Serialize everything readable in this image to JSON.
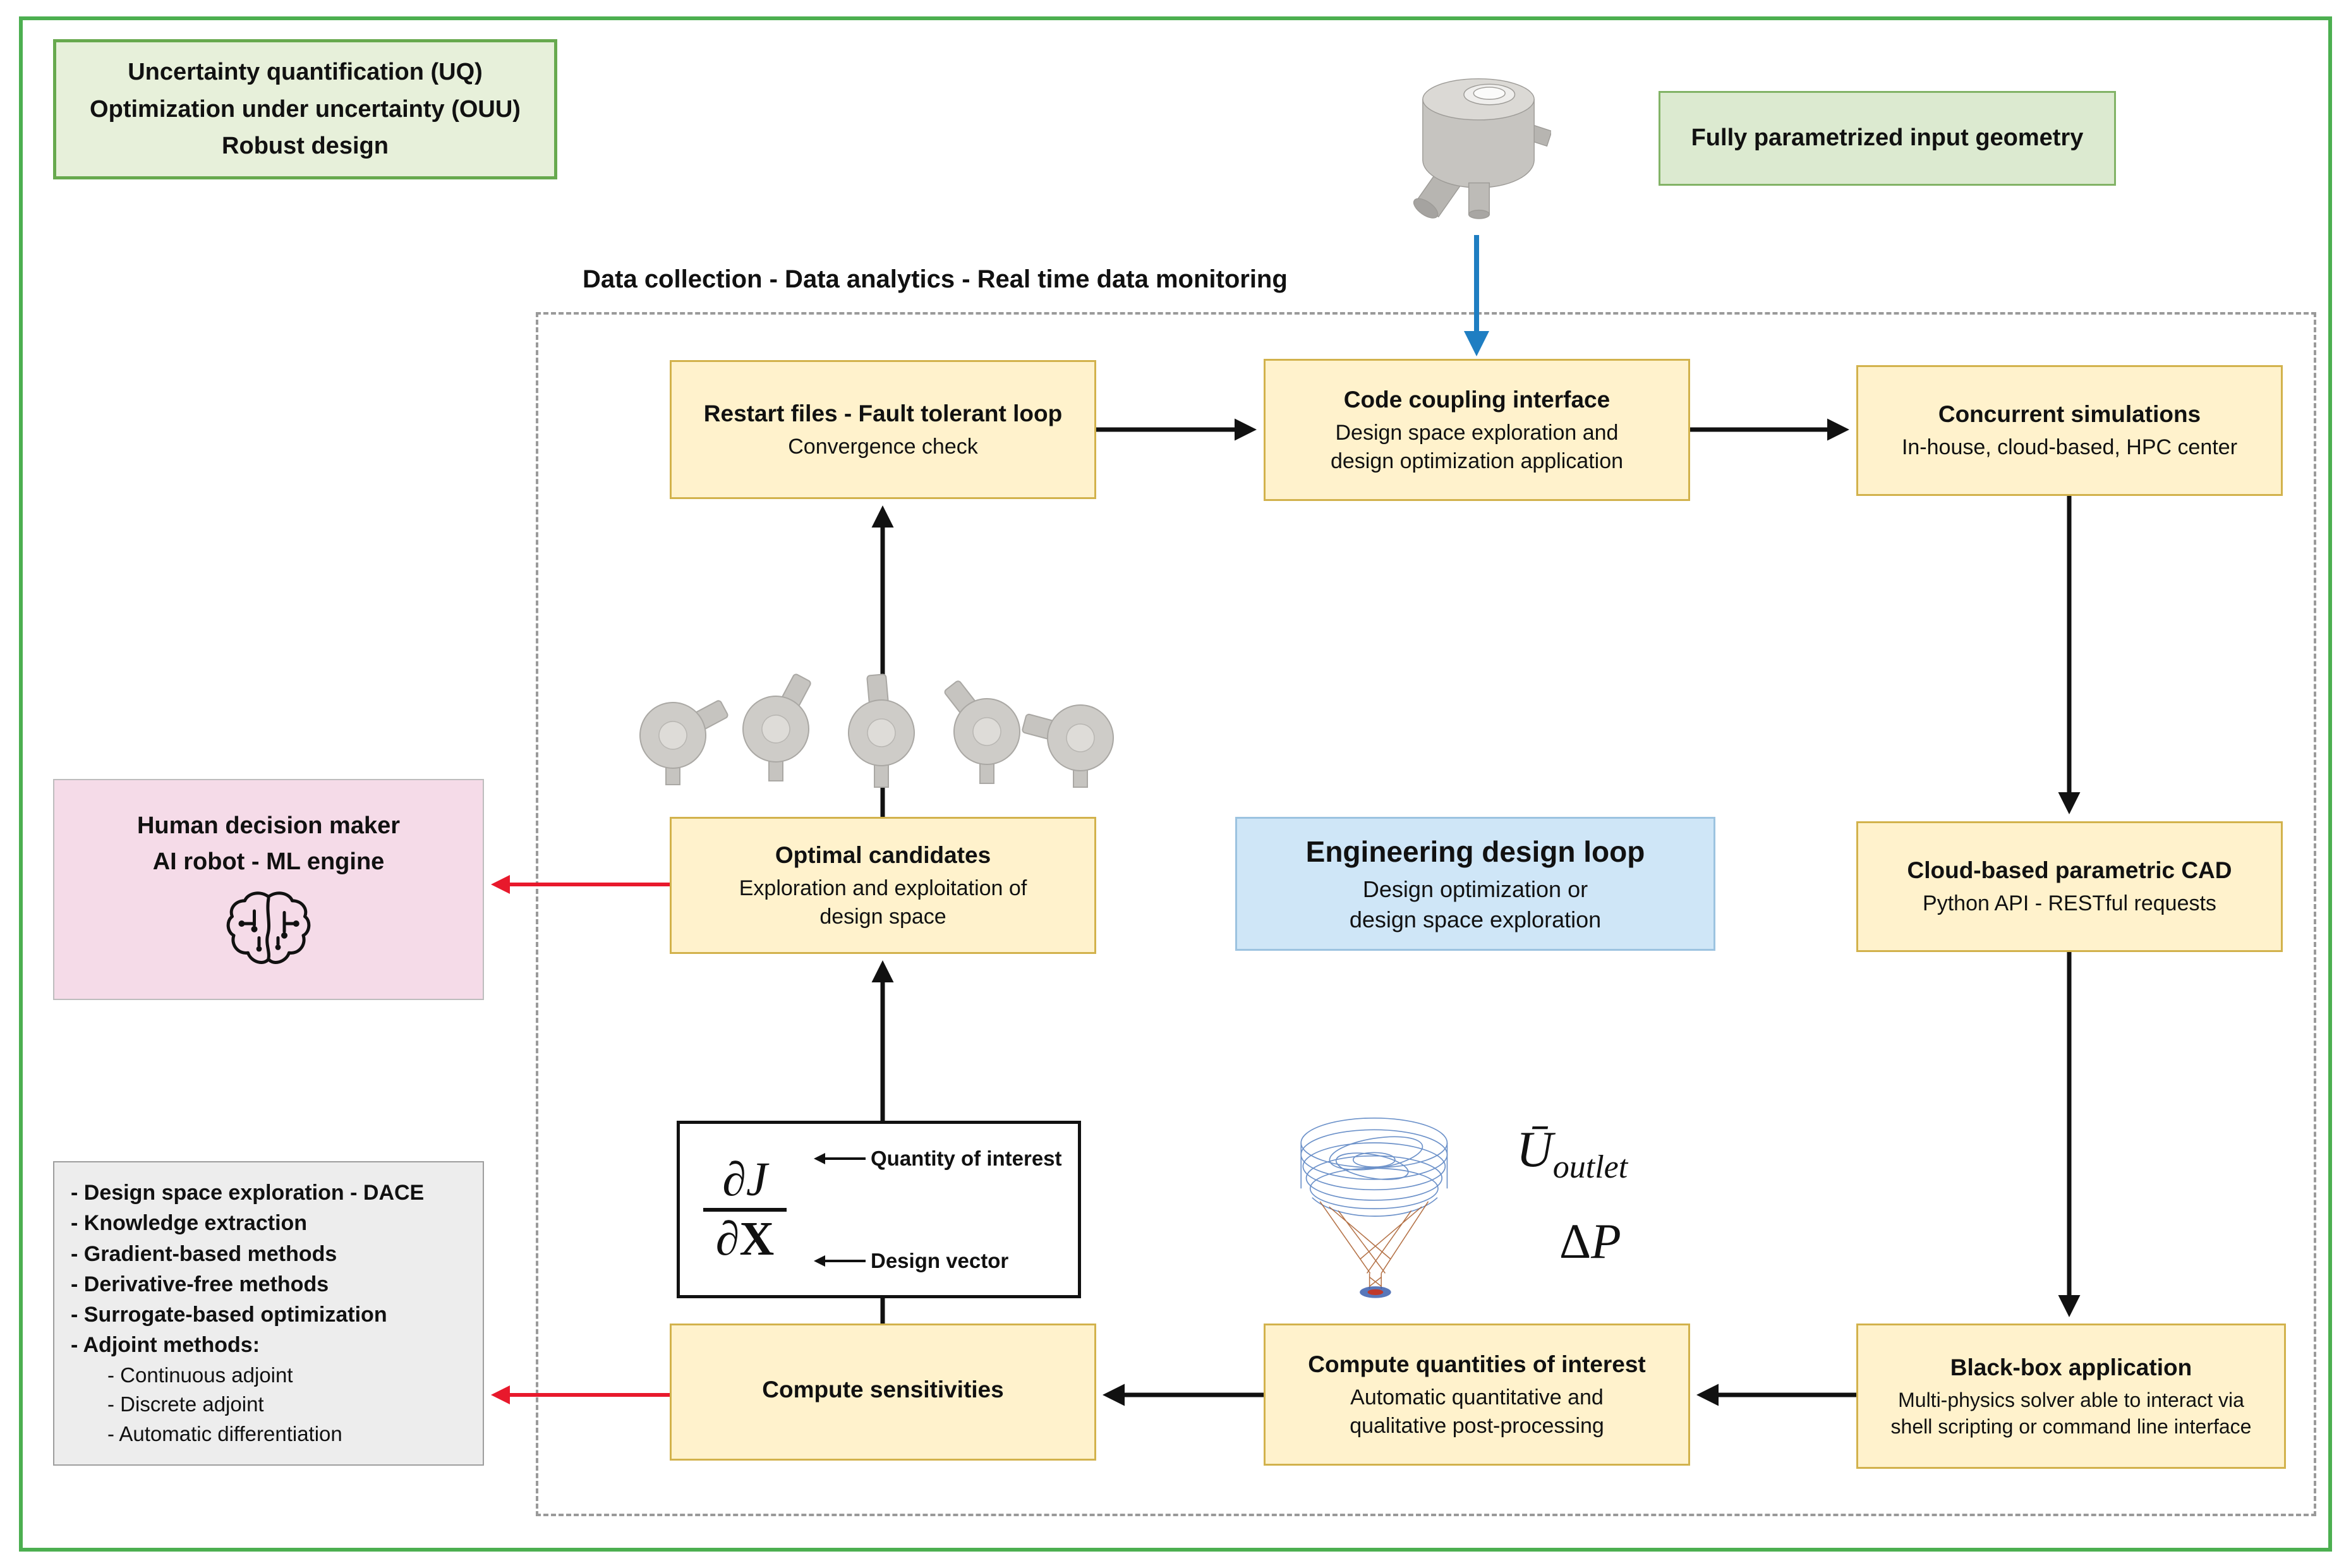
{
  "header": {
    "uq_lines": "Uncertainty quantification (UQ)\nOptimization under uncertainty (OUU)\nRobust design",
    "geometry_label": "Fully parametrized input geometry"
  },
  "dashed_label": "Data collection - Data analytics - Real time data monitoring",
  "boxes": {
    "restart": {
      "title": "Restart files - Fault tolerant loop",
      "subtitle": "Convergence check"
    },
    "code_coupling": {
      "title": "Code coupling interface",
      "subtitle": "Design space exploration and\ndesign optimization application"
    },
    "concurrent": {
      "title": "Concurrent simulations",
      "subtitle": "In-house, cloud-based, HPC center"
    },
    "optimal": {
      "title": "Optimal candidates",
      "subtitle": "Exploration and exploitation of\ndesign space"
    },
    "design_loop": {
      "title": "Engineering design loop",
      "subtitle": "Design optimization or\ndesign space exploration"
    },
    "cad": {
      "title": "Cloud-based parametric CAD",
      "subtitle": "Python API - RESTful requests"
    },
    "sensitivities": {
      "title": "Compute sensitivities"
    },
    "qoi": {
      "title": "Compute quantities of interest",
      "subtitle": "Automatic quantitative and\nqualitative post-processing"
    },
    "blackbox": {
      "title": "Black-box application",
      "subtitle": "Multi-physics solver able to interact via\nshell scripting or command line interface"
    }
  },
  "human_box": {
    "lines": "Human decision maker\nAI robot - ML engine"
  },
  "methods_box": {
    "lines": [
      "- Design space exploration - DACE",
      "- Knowledge extraction",
      "- Gradient-based methods",
      "- Derivative-free methods",
      "- Surrogate-based optimization",
      "- Adjoint methods:",
      "- Continuous adjoint",
      "- Discrete adjoint",
      "- Automatic differentiation"
    ]
  },
  "formula": {
    "numerator": "∂J",
    "partial": "∂",
    "vector": "X",
    "qoi_label": "Quantity of interest",
    "dv_label": "Design vector"
  },
  "annotations": {
    "u_base": "Ū",
    "u_sub": "outlet",
    "delta": "Δ",
    "p": "P"
  },
  "colors": {
    "frame_green": "#4caf50",
    "node_fill": "#fff2cc",
    "node_border": "#d2b24c",
    "loop_blue_fill": "#cfe6f7",
    "human_pink_fill": "#f5dbe8",
    "methods_gray_fill": "#ededed",
    "arrow_black": "#111111",
    "arrow_red": "#e8192c",
    "arrow_blue": "#1f7ec2"
  }
}
